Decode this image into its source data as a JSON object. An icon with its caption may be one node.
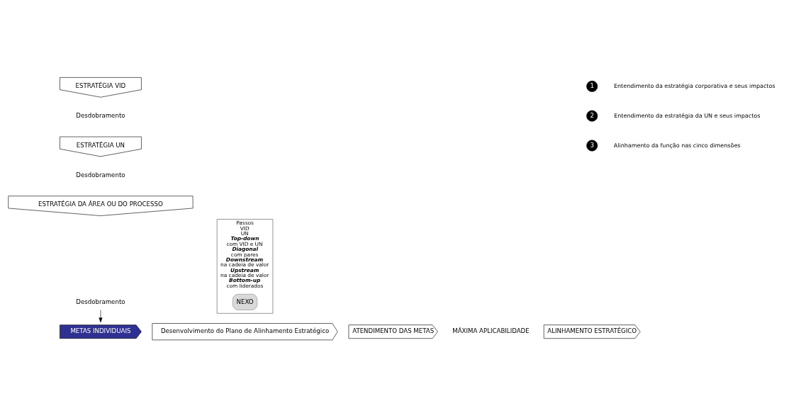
{
  "diagram": {
    "nodes": [
      {
        "text": [
          "ESTRATÉGIA VID"
        ]
      },
      {
        "text": [
          "Desdobramento"
        ]
      },
      {
        "text": [
          "ESTRATÉGIA UN"
        ]
      },
      {
        "text": [
          "Desdobramento"
        ]
      },
      {
        "text": [
          "ESTRATÉGIA DA ÁREA OU DO PROCESSO"
        ]
      },
      {
        "text": [
          "Desdobramento"
        ]
      },
      {
        "text": [
          "METAS INDIVIDUAIS"
        ]
      },
      {
        "text": [
          "Passos",
          "VID",
          "UN",
          "Top-down",
          "com VID e UN",
          "Diagonal",
          "com pares",
          "Downstream",
          "na cadeia de valor",
          "Upstream",
          "na cadeia de valor",
          "Bottom-up",
          "com liderados"
        ]
      },
      {
        "text": [
          "NEXO"
        ],
        "in": 7
      },
      {
        "text": [
          "1"
        ],
        "beside": [
          "Entendimento da estratégia corporativa e seus impactos"
        ]
      },
      {
        "text": [
          "2"
        ],
        "beside": [
          "Entendimento da estratégia da UN e seus impactos"
        ]
      },
      {
        "text": [
          "3"
        ],
        "beside": [
          "Alinhamento da função nas cinco dimensões"
        ]
      },
      {
        "text": [
          "Desenvolvimento do Plano de Alinhamento Estratégico"
        ]
      },
      {
        "text": [
          "ALINHAMENTO ESTRATÉGICO"
        ]
      },
      {
        "text": [
          "ATENDIMENTO DAS METAS"
        ]
      },
      {
        "text": [
          "MÁXIMA APLICABILIDADE"
        ]
      }
    ],
    "edges": [
      {
        "from": 5,
        "to": 6,
        "arrow": "to"
      }
    ]
  }
}
